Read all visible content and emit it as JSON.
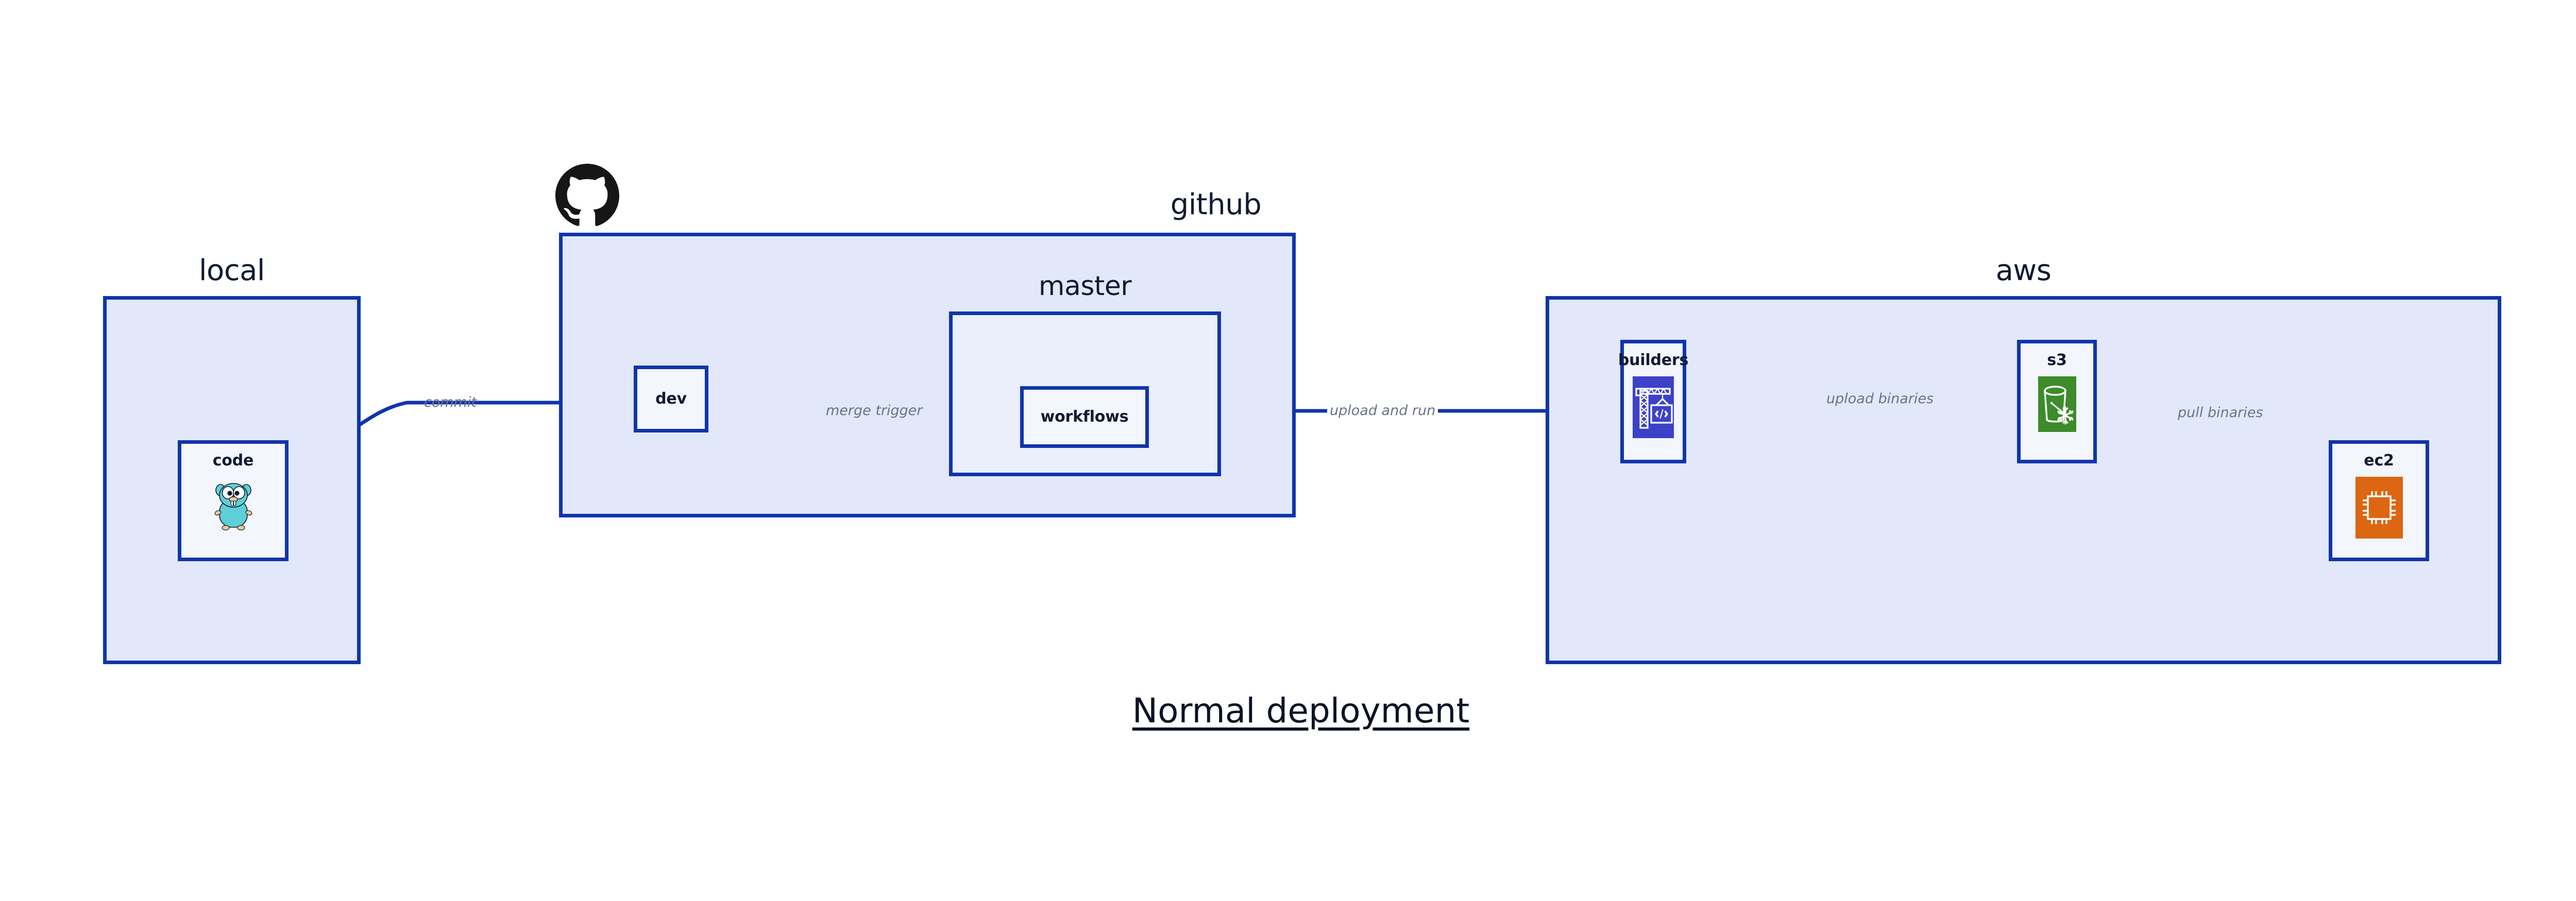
{
  "diagram": {
    "title": "Normal deployment",
    "accent_border": "#0f35ab",
    "group_fill": "#e2e8f9",
    "subgroup_fill": "#eaeffb",
    "node_fill": "#f3f6fd",
    "edge_label_color": "#6b7385",
    "node_label_color": "#121a33"
  },
  "groups": [
    {
      "id": "local",
      "label": "local",
      "icon": null
    },
    {
      "id": "github",
      "label": "github",
      "icon": "github-octocat-icon"
    },
    {
      "id": "aws",
      "label": "aws",
      "icon": null
    }
  ],
  "subgroups": [
    {
      "id": "master",
      "label": "master",
      "parent": "github"
    }
  ],
  "nodes": [
    {
      "id": "code",
      "label": "code",
      "parent": "local",
      "icon": "go-gopher-icon",
      "icon_color": "#5ecfd8"
    },
    {
      "id": "dev",
      "label": "dev",
      "parent": "github",
      "icon": null,
      "icon_color": null
    },
    {
      "id": "workflows",
      "label": "workflows",
      "parent": "master",
      "icon": null,
      "icon_color": null
    },
    {
      "id": "builders",
      "label": "builders",
      "parent": "aws",
      "icon": "aws-builders-icon",
      "icon_color": "#3c41c8"
    },
    {
      "id": "s3",
      "label": "s3",
      "parent": "aws",
      "icon": "aws-s3-glacier-icon",
      "icon_color": "#3d8b2b"
    },
    {
      "id": "ec2",
      "label": "ec2",
      "parent": "aws",
      "icon": "aws-ec2-icon",
      "icon_color": "#dc6612"
    }
  ],
  "edges": [
    {
      "id": "commit",
      "label": "commit",
      "from": "code",
      "to": "dev"
    },
    {
      "id": "merge-trigger",
      "label": "merge trigger",
      "from": "dev",
      "to": "workflows"
    },
    {
      "id": "upload-and-run",
      "label": "upload and run",
      "from": "workflows",
      "to": "builders"
    },
    {
      "id": "upload-binaries",
      "label": "upload binaries",
      "from": "builders",
      "to": "s3"
    },
    {
      "id": "pull-binaries",
      "label": "pull binaries",
      "from": "s3",
      "to": "ec2"
    }
  ]
}
